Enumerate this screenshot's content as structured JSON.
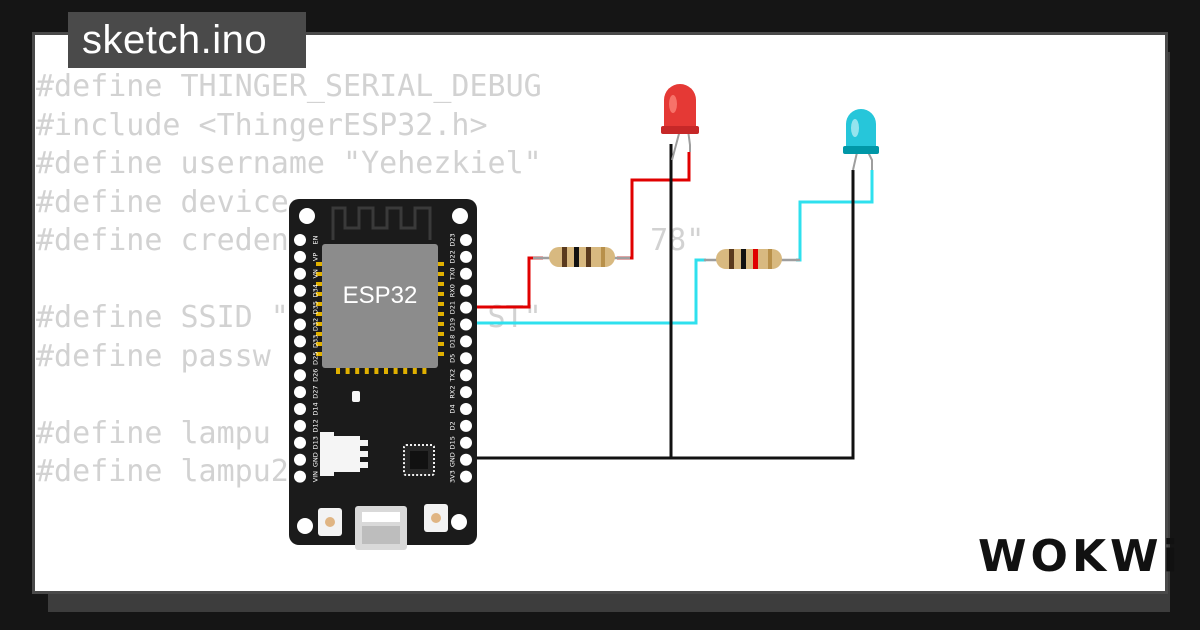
{
  "file_tab": {
    "title": "sketch.ino"
  },
  "code": {
    "lines": [
      "#define THINGER_SERIAL_DEBUG",
      "#include <ThingerESP32.h>",
      "#define username \"Yehezkiel\"",
      "#define device",
      "#define creden                    78\"",
      "",
      "#define SSID \"W          ST\"",
      "#define passw",
      "",
      "#define lampu",
      "#define lampu2"
    ]
  },
  "board": {
    "chip_label": "ESP32",
    "left_pins": [
      "EN",
      "VP",
      "VN",
      "D34",
      "D35",
      "D32",
      "D33",
      "D25",
      "D26",
      "D27",
      "D14",
      "D12",
      "D13",
      "GND",
      "VIN"
    ],
    "right_pins": [
      "D23",
      "D22",
      "TX0",
      "RX0",
      "D21",
      "D19",
      "D18",
      "D5",
      "TX2",
      "RX2",
      "D4",
      "D2",
      "D15",
      "GND",
      "3V3"
    ]
  },
  "components": {
    "led_red_color": "#e53935",
    "led_cyan_color": "#26c6da",
    "wire_red_color": "#e00000",
    "wire_cyan_color": "#2fe0ee",
    "wire_gnd_color": "#111111"
  },
  "brand": {
    "logo": "WOKWi"
  }
}
